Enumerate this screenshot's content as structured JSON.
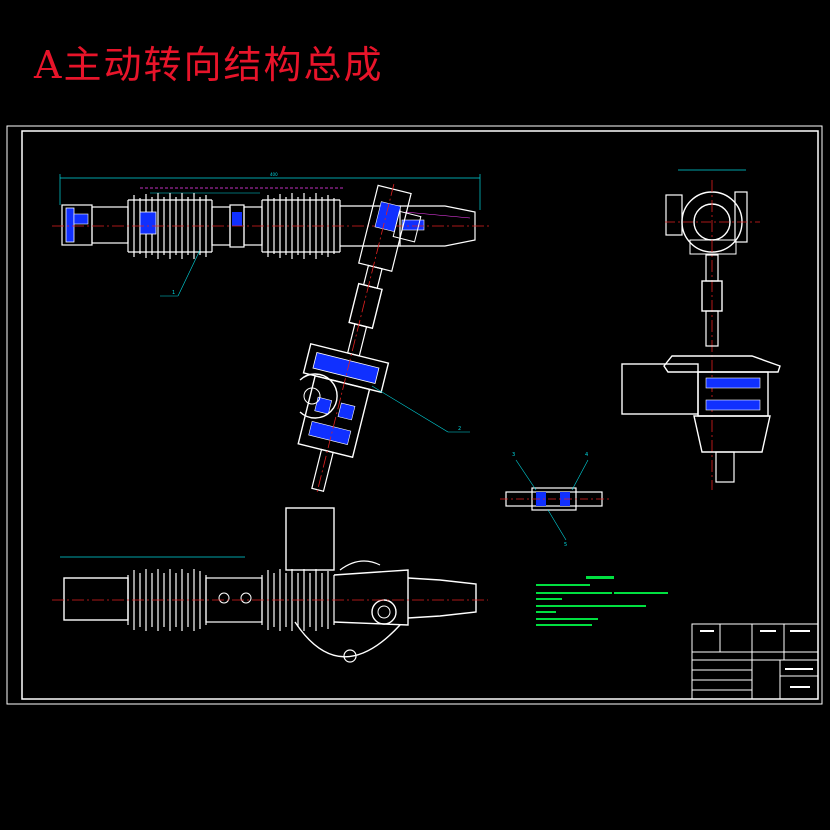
{
  "title": "A主动转向结构总成",
  "colors": {
    "background": "#000000",
    "title": "#e8142a",
    "lines": "#ffffff",
    "centerline": "#e02020",
    "dimension": "#00d8e0",
    "section_fill": "#1030ff",
    "notes": "#00e040",
    "hatch": "#ff40ff"
  },
  "drawing_labels": {
    "balloon_1": "1",
    "balloon_2": "2",
    "balloon_3": "3",
    "balloon_4": "4",
    "balloon_5": "5"
  }
}
